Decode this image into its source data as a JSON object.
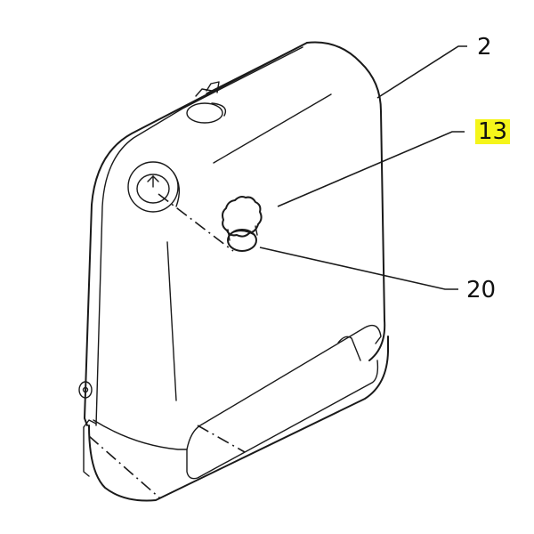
{
  "diagram": {
    "type": "exploded-parts-view",
    "subject": "housing cover with fastener",
    "callouts": [
      {
        "id": "callout-2",
        "label": "2",
        "highlighted": false,
        "target": "housing-cover"
      },
      {
        "id": "callout-13",
        "label": "13",
        "highlighted": true,
        "target": "torx-screw"
      },
      {
        "id": "callout-20",
        "label": "20",
        "highlighted": false,
        "target": "washer"
      }
    ]
  },
  "colors": {
    "line": "#1a1a1a",
    "highlight": "#f5f51a",
    "background": "#ffffff"
  }
}
